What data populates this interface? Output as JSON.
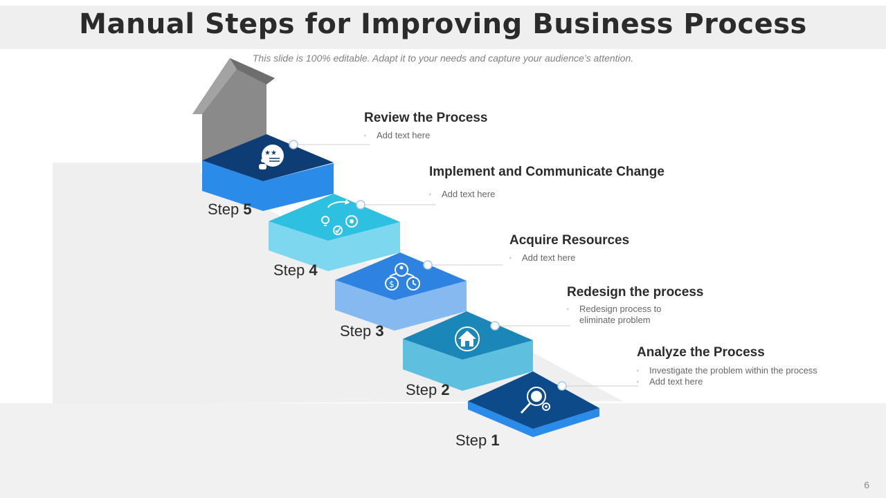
{
  "slide": {
    "title": "Manual Steps for Improving Business Process",
    "subtitle": "This slide is 100% editable. Adapt it to your needs and capture your audience’s attention.",
    "page_number": "6"
  },
  "steps": [
    {
      "word": "Step",
      "number": "1",
      "icon": "search-gear-icon",
      "color": "#0c4a8a",
      "title": "Analyze the Process",
      "bullets": [
        "Investigate  the  problem  within  the  process",
        "Add text here"
      ]
    },
    {
      "word": "Step",
      "number": "2",
      "icon": "home-refresh-icon",
      "color": "#1b86b8",
      "title": "Redesign the process",
      "bullets": [
        "Redesign  process  to",
        "eliminate  problem"
      ]
    },
    {
      "word": "Step",
      "number": "3",
      "icon": "resources-cycle-icon",
      "color": "#2e82e0",
      "title": "Acquire Resources",
      "bullets": [
        "Add text here"
      ]
    },
    {
      "word": "Step",
      "number": "4",
      "icon": "bulb-gear-cycle-icon",
      "color": "#2ec0e0",
      "title": "Implement and Communicate Change",
      "bullets": [
        "Add text here"
      ]
    },
    {
      "word": "Step",
      "number": "5",
      "icon": "review-rating-icon",
      "color": "#0e3d75",
      "title": "Review the Process",
      "bullets": [
        "Add text here"
      ]
    }
  ]
}
